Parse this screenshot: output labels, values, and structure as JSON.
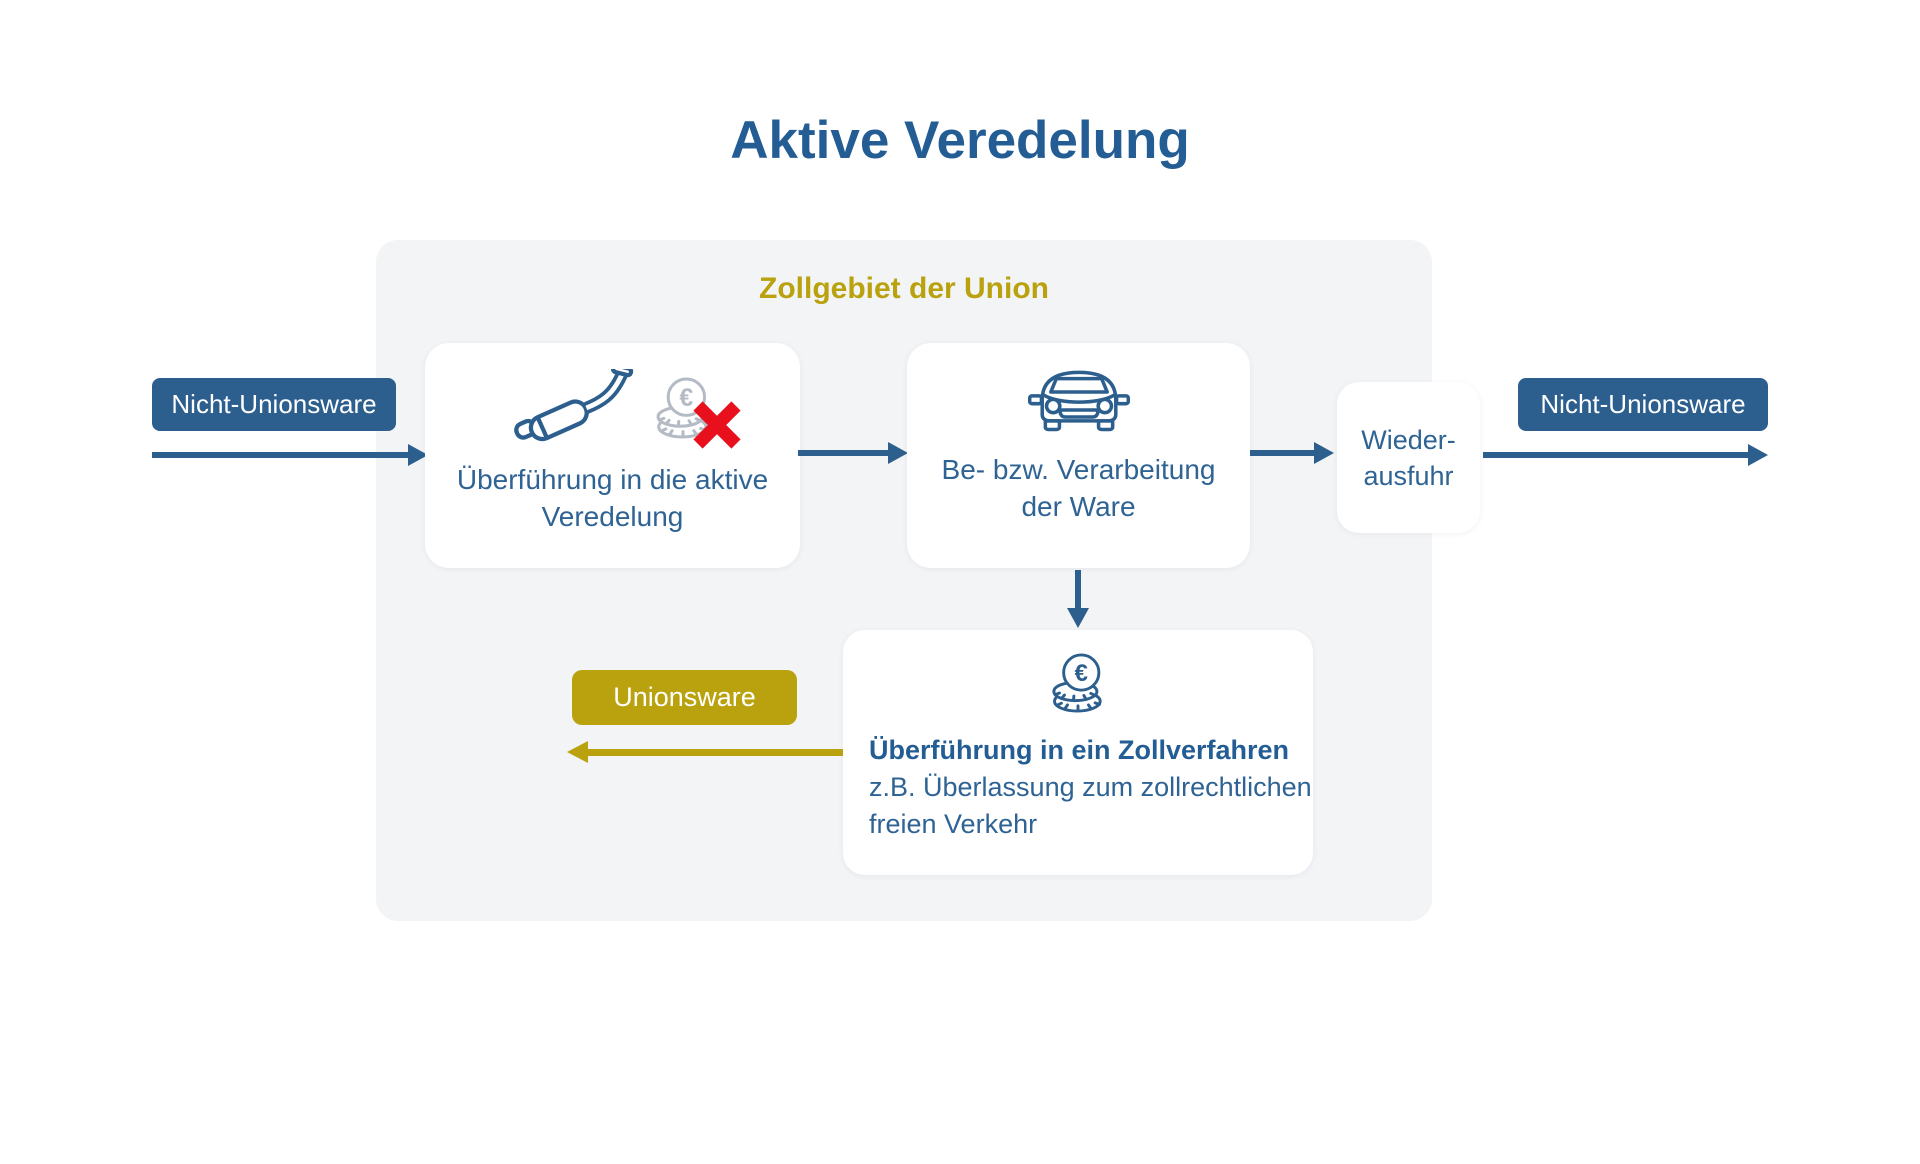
{
  "colors": {
    "navy": "#2d5f8e",
    "navy-dark": "#235d94",
    "blue-text": "#2e6394",
    "icon-blue": "#2d5f8e",
    "gold": "#b9a20e",
    "red": "#e8101d",
    "coin-gray": "#b4bbc4",
    "zone-bg": "#f3f4f6"
  },
  "title": "Aktive Veredelung",
  "zone": {
    "heading": "Zollgebiet der Union"
  },
  "badges": {
    "left": "Nicht-Unionsware",
    "right": "Nicht-Unionsware",
    "unionsware": "Unionsware"
  },
  "boxes": {
    "entry": {
      "line1": "Überführung in die aktive",
      "line2": "Veredelung"
    },
    "processing": {
      "line1": "Be- bzw. Verarbeitung",
      "line2": "der Ware"
    },
    "reexport": {
      "line1": "Wieder-",
      "line2": "ausfuhr"
    },
    "procedure": {
      "bold": "Überführung in ein Zollverfahren",
      "detail1": "z.B. Überlassung zum zollrechtlichen",
      "detail2": "freien Verkehr"
    }
  },
  "icons": {
    "euro_symbol": "€"
  }
}
